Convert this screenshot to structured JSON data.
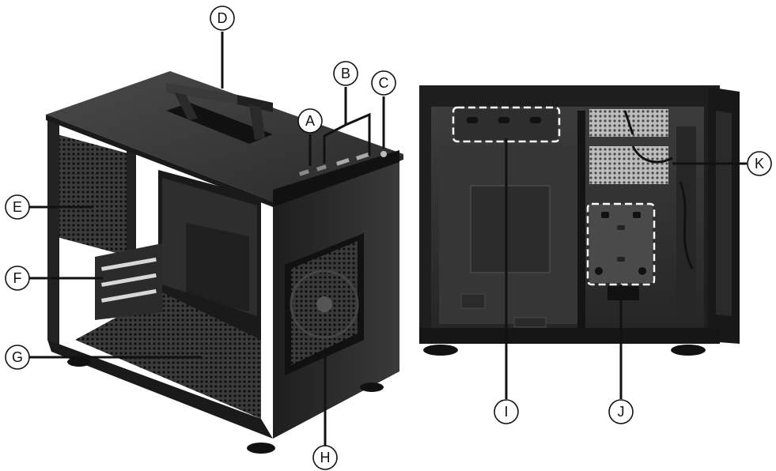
{
  "figure": {
    "views": [
      "left-case-front-three-quarter",
      "right-case-side-interior"
    ]
  },
  "callouts": [
    {
      "id": "A",
      "label": "A",
      "part": "front-io-ports"
    },
    {
      "id": "B",
      "label": "B",
      "part": "usb-ports"
    },
    {
      "id": "C",
      "label": "C",
      "part": "power-button"
    },
    {
      "id": "D",
      "label": "D",
      "part": "carry-handle"
    },
    {
      "id": "E",
      "label": "E",
      "part": "front-mesh-panel"
    },
    {
      "id": "F",
      "label": "F",
      "part": "expansion-slots"
    },
    {
      "id": "G",
      "label": "G",
      "part": "bottom-mesh-tray"
    },
    {
      "id": "H",
      "label": "H",
      "part": "side-fan"
    },
    {
      "id": "I",
      "label": "I",
      "part": "drive-mount-top"
    },
    {
      "id": "J",
      "label": "J",
      "part": "drive-mount-rear"
    },
    {
      "id": "K",
      "label": "K",
      "part": "rear-mesh-vent"
    }
  ],
  "colors": {
    "case_body": "#2a2a2a",
    "case_dark": "#151515",
    "case_light": "#555555",
    "mesh": "#1c1c1c",
    "callout_stroke": "#111111",
    "dashed_highlight": "#ffffff"
  }
}
